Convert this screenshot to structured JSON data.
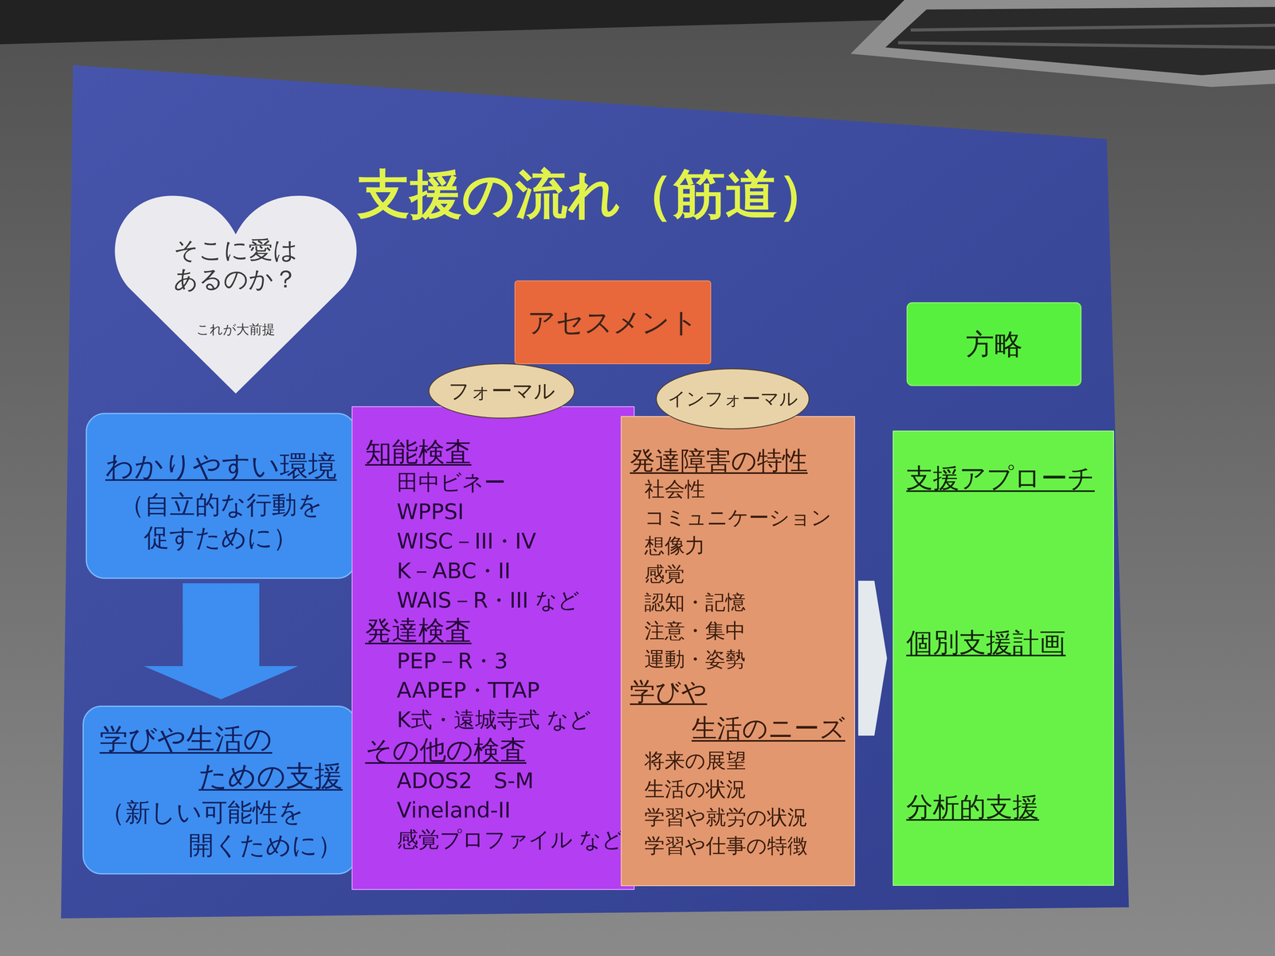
{
  "diagram": {
    "title": "支援の流れ（筋道）",
    "nodes": [
      {
        "text": [
          "そこに愛は あるのか？",
          "これが大前提"
        ]
      },
      {
        "text": [
          "わかりやすい環境",
          "（自立的な行動を 促すために）"
        ]
      },
      {
        "text": [
          "学びや生活の ための支援",
          "（新しい可能性を 開くために）"
        ]
      },
      {
        "text": [
          "アセスメント"
        ]
      },
      {
        "text": [
          "フォーマル"
        ]
      },
      {
        "text": [
          "知能検査",
          "田中ビネー",
          "WPPSI",
          "WISC－III・IV",
          "K－ABC・II",
          "WAIS－R・III など",
          "発達検査",
          "PEP－R・3",
          "AAPEP・TTAP",
          "K式・遠城寺式 など",
          "その他の検査",
          "ADOS2　S-M",
          "Vineland-II",
          "感覚プロファイル など"
        ]
      },
      {
        "text": [
          "インフォーマル"
        ]
      },
      {
        "text": [
          "発達障害の特性",
          "社会性",
          "コミュニケーション",
          "想像力",
          "感覚",
          "認知・記憶",
          "注意・集中",
          "運動・姿勢",
          "学びや 生活のニーズ",
          "将来の展望",
          "生活の状況",
          "学習や就労の状況",
          "学習や仕事の特徴"
        ]
      },
      {
        "text": [
          "方略"
        ]
      },
      {
        "text": [
          "支援アプローチ",
          "個別支援計画",
          "分析的支援"
        ]
      }
    ],
    "edges": [
      {
        "from": 1,
        "to": 2,
        "arrow": "to"
      },
      {
        "from": 7,
        "to": 9,
        "arrow": "to"
      }
    ]
  }
}
